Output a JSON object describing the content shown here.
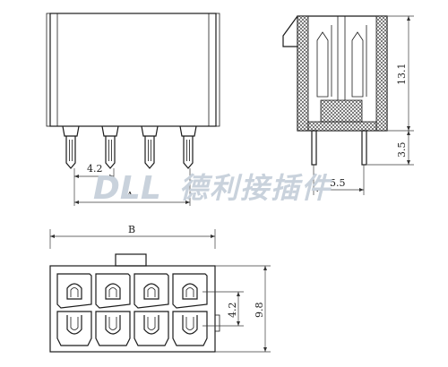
{
  "watermark": {
    "logo_text": "DLL",
    "company_name": "德利接插件",
    "color": "#c9d2dc"
  },
  "dimensions": {
    "pin_pitch_front": "4.2",
    "overall_A": "A",
    "side_height": "13.1",
    "side_pin_length": "3.5",
    "side_pin_spacing": "5.5",
    "overall_B": "B",
    "bottom_pitch": "4.2",
    "bottom_height": "9.8"
  },
  "colors": {
    "line": "#1b1b1b",
    "background": "#ffffff"
  }
}
